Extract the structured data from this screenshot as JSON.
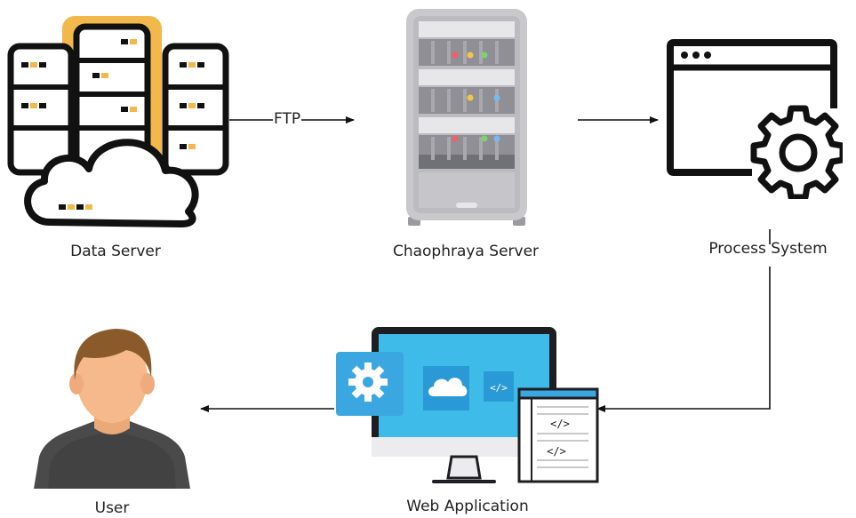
{
  "nodes": {
    "data_server": {
      "label": "Data Server",
      "icon": "server-cloud-icon"
    },
    "chaophraya_server": {
      "label": "Chaophraya Server",
      "icon": "server-rack-icon"
    },
    "process_system": {
      "label": "Process System",
      "icon": "browser-gear-icon"
    },
    "web_application": {
      "label": "Web Application",
      "icon": "web-app-monitor-icon"
    },
    "user": {
      "label": "User",
      "icon": "user-avatar-icon"
    }
  },
  "edges": [
    {
      "from": "data_server",
      "to": "chaophraya_server",
      "label": "FTP"
    },
    {
      "from": "chaophraya_server",
      "to": "process_system",
      "label": ""
    },
    {
      "from": "process_system",
      "to": "web_application",
      "label": ""
    },
    {
      "from": "web_application",
      "to": "user",
      "label": ""
    }
  ],
  "colors": {
    "stroke": "#111111",
    "server_accent": "#f2b84b",
    "rack": "#c9c9cc",
    "monitor_blue": "#3fbbea",
    "skin": "#f5b98c",
    "hair": "#8a5a2b",
    "shirt": "#4a4a4a"
  }
}
